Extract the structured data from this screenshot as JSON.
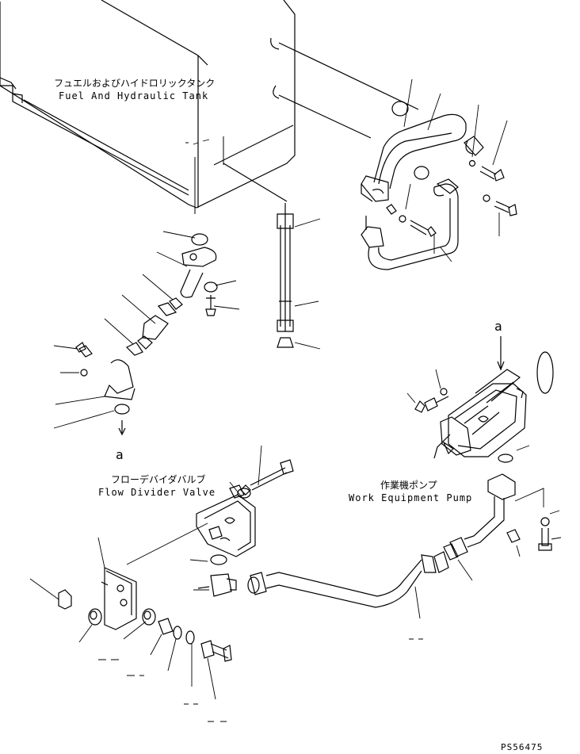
{
  "labels": {
    "tank_jp": "フュエルおよびハイドロリックタンク",
    "tank_en": "Fuel And Hydraulic Tank",
    "valve_jp": "フローデバイダバルブ",
    "valve_en": "Flow Divider Valve",
    "pump_jp": "作業機ポンプ",
    "pump_en": "Work Equipment Pump",
    "ref_a_top": "a",
    "ref_a_bottom": "a",
    "drawing_no": "PS56475"
  },
  "colors": {
    "line": "#000000",
    "background": "#ffffff"
  }
}
